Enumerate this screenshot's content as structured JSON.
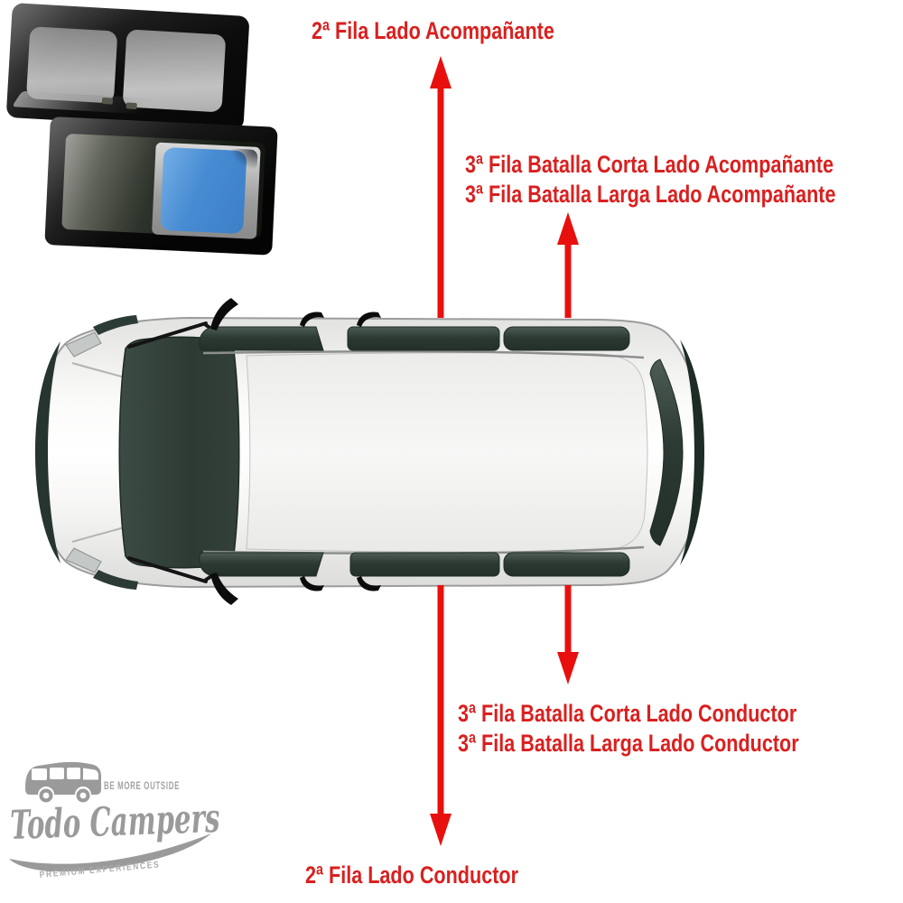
{
  "diagram": {
    "labels": {
      "row2_passenger": "2ª Fila Lado Acompañante",
      "row3_short_passenger": "3ª Fila Batalla Corta Lado Acompañante",
      "row3_long_passenger": "3ª Fila Batalla Larga Lado Acompañante",
      "row3_short_driver": "3ª Fila Batalla Corta Lado Conductor",
      "row3_long_driver": "3ª Fila Batalla Larga Lado Conductor",
      "row2_driver": "2ª Fila Lado Conductor"
    }
  },
  "logo": {
    "brand": "Todo Campers",
    "slogan_top": "BE MORE OUTSIDE",
    "slogan_bottom": "PREMIUM EXPERIENCES"
  },
  "colors": {
    "label_red": "#d9201f",
    "arrow_red": "#e8100e",
    "glass_green_dark": "#2b3933",
    "glass_green_light": "#4d5d54",
    "highlight_blue": "#478bd2",
    "logo_gray": "#9a9a9a"
  }
}
